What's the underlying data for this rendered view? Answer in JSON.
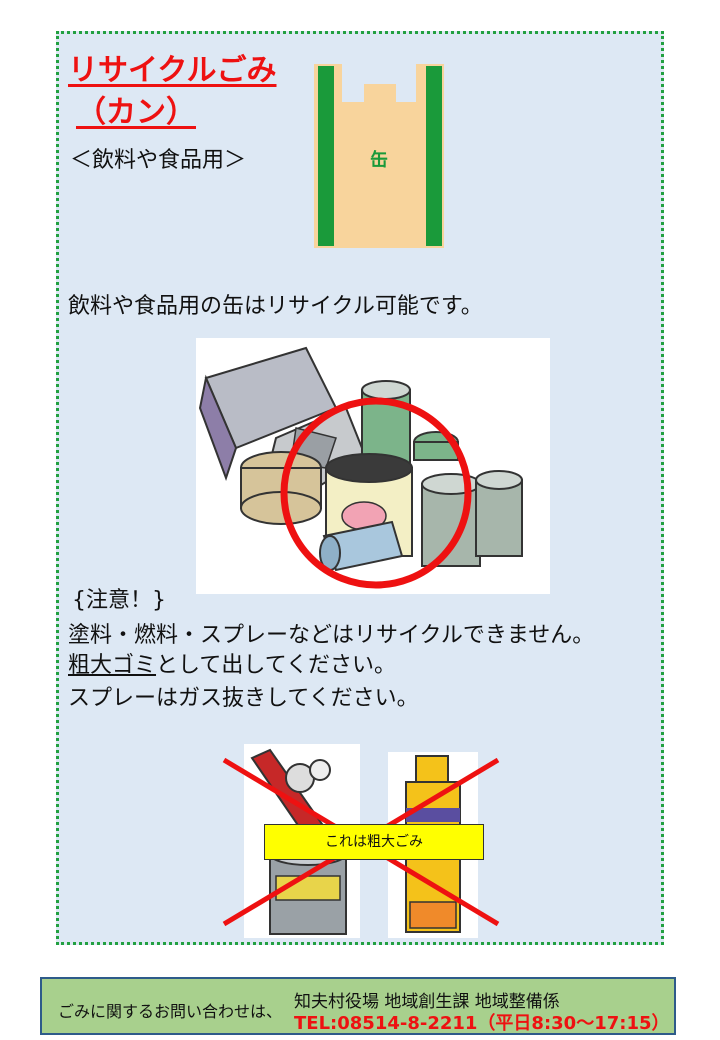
{
  "header": {
    "title_line1": "リサイクルごみ",
    "title_line2": "（カン）",
    "subtitle": "＜飲料や食品用＞",
    "bag_mark": "缶"
  },
  "intro": "飲料や食品用の缶はリサイクル可能です。",
  "notice": {
    "heading": "{注意！}",
    "line1": "塗料・燃料・スプレーなどはリサイクルできません。",
    "line2_link": "粗大ゴミ",
    "line2_rest": "として出してください。",
    "line3": "スプレーはガス抜きしてください。"
  },
  "callout": "これは粗大ごみ",
  "footer": {
    "inquiry": "ごみに関するお問い合わせは、",
    "org": "知夫村役場 地域創生課 地域整備係",
    "tel": "TEL:08514-8-2211（平日8:30～17:15）"
  },
  "colors": {
    "accent_red": "#ee1111",
    "panel_bg": "#dde8f4",
    "border_green": "#22a040",
    "bag_color": "#f8d49c",
    "footer_bg": "#a8d08d"
  }
}
